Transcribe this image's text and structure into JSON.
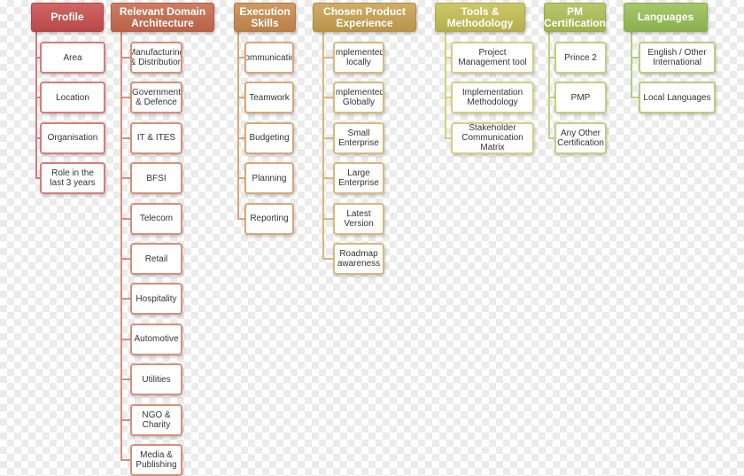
{
  "columns": [
    {
      "header": "Profile",
      "color": "#c9504f",
      "items": [
        "Area",
        "Location",
        "Organisation",
        "Role in the last 3 years"
      ]
    },
    {
      "header": "Relevant Domain Architecture",
      "color": "#c86b4d",
      "items": [
        "Manufacturing & Distribution",
        "Government & Defence",
        "IT & ITES",
        "BFSI",
        "Telecom",
        "Retail",
        "Hospitality",
        "Automotive",
        "Utilities",
        "NGO & Charity",
        "Media & Publishing"
      ]
    },
    {
      "header": "Execution Skills",
      "color": "#c98b4e",
      "items": [
        "Communication",
        "Teamwork",
        "Budgeting",
        "Planning",
        "Reporting"
      ]
    },
    {
      "header": "Chosen Product Experience",
      "color": "#c9a251",
      "items": [
        "Implemented locally",
        "Implemented Globally",
        "Small Enterprise",
        "Large Enterprise",
        "Latest Version",
        "Roadmap awareness"
      ]
    },
    {
      "header": "Tools & Methodology",
      "color": "#c5bf54",
      "items": [
        "Project Management tool",
        "Implementation Methodology",
        "Stakeholder Communication Matrix"
      ]
    },
    {
      "header": "PM Certification",
      "color": "#aebf55",
      "items": [
        "Prince 2",
        "PMP",
        "Any Other Certification"
      ]
    },
    {
      "header": "Languages",
      "color": "#98bf56",
      "items": [
        "English / Other International",
        "Local Languages"
      ]
    }
  ]
}
